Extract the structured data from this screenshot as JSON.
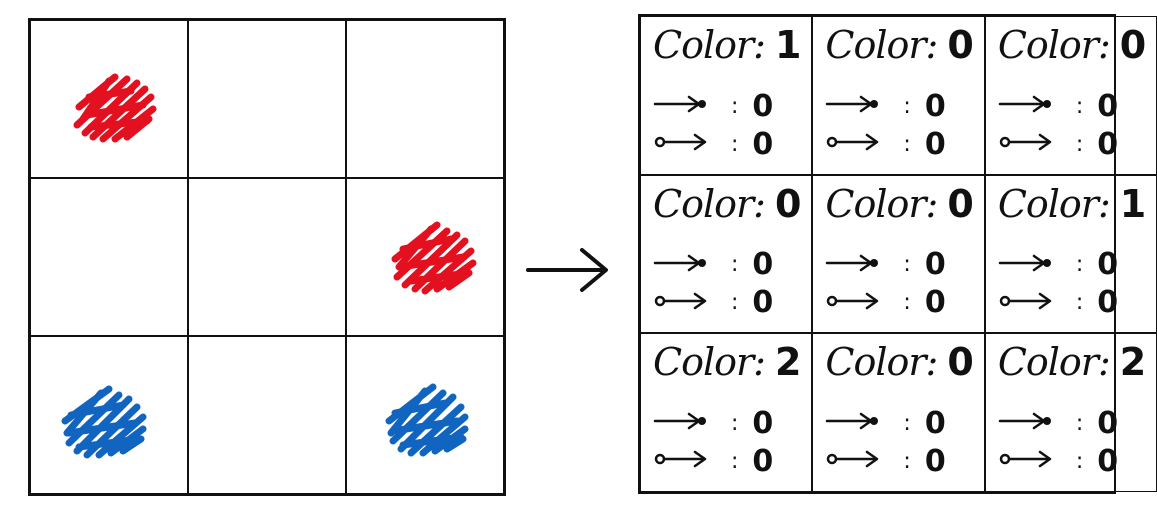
{
  "colors": {
    "red": "#e3101f",
    "blue": "#1165c1",
    "ink": "#111111"
  },
  "source_grid": {
    "cells": [
      {
        "fill": "red"
      },
      {
        "fill": ""
      },
      {
        "fill": ""
      },
      {
        "fill": ""
      },
      {
        "fill": ""
      },
      {
        "fill": "red"
      },
      {
        "fill": "blue"
      },
      {
        "fill": ""
      },
      {
        "fill": "blue"
      }
    ]
  },
  "transform_icon": "right-arrow-icon",
  "state_grid": {
    "color_label": "Color:",
    "separator": ":",
    "cells": [
      {
        "color": "1",
        "ptr_a": "0",
        "ptr_b": "0"
      },
      {
        "color": "0",
        "ptr_a": "0",
        "ptr_b": "0"
      },
      {
        "color": "0",
        "ptr_a": "0",
        "ptr_b": "0"
      },
      {
        "color": "0",
        "ptr_a": "0",
        "ptr_b": "0"
      },
      {
        "color": "0",
        "ptr_a": "0",
        "ptr_b": "0"
      },
      {
        "color": "1",
        "ptr_a": "0",
        "ptr_b": "0"
      },
      {
        "color": "2",
        "ptr_a": "0",
        "ptr_b": "0"
      },
      {
        "color": "0",
        "ptr_a": "0",
        "ptr_b": "0"
      },
      {
        "color": "2",
        "ptr_a": "0",
        "ptr_b": "0"
      }
    ]
  }
}
